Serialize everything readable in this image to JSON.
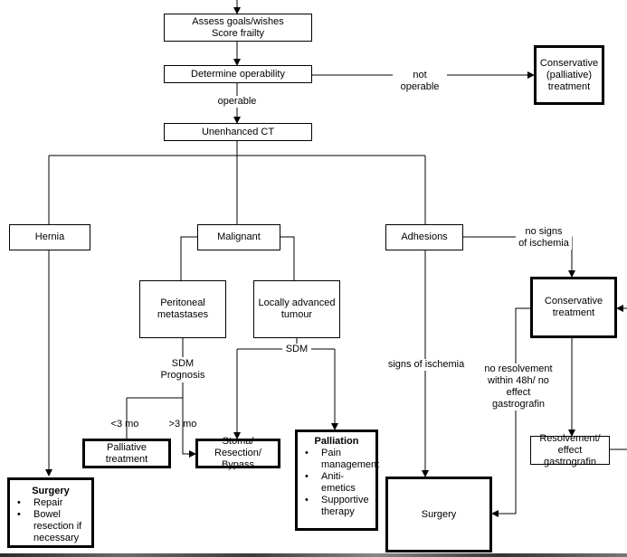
{
  "nodes": {
    "assess": "Assess goals/wishes\nScore frailty",
    "operability": "Determine operability",
    "conservative_palliative": "Conservative\n(palliative)\ntreatment",
    "unenhanced_ct": "Unenhanced CT",
    "hernia": "Hernia",
    "malignant": "Malignant",
    "adhesions": "Adhesions",
    "peritoneal": "Peritoneal\nmetastases",
    "locally_advanced": "Locally advanced\ntumour",
    "conservative_treatment": "Conservative\ntreatment",
    "palliative_treatment": "Palliative\ntreatment",
    "stoma": "Stoma/ Resection/\nBypass",
    "resolvement": "Resolvement/\neffect gastrografin",
    "surgery_final": "Surgery"
  },
  "palliation_box": {
    "title": "Palliation",
    "items": [
      "Pain management",
      "Aniti-emetics",
      "Supportive therapy"
    ]
  },
  "surgery_box": {
    "title": "Surgery",
    "items": [
      "Repair",
      "Bowel resection if necessary"
    ]
  },
  "edge_labels": {
    "not_operable": "not operable",
    "operable": "operable",
    "no_signs_ischemia": "no signs\nof ischemia",
    "sdm_prognosis": "SDM\nPrognosis",
    "sdm": "SDM",
    "signs_ischemia": "signs of ischemia",
    "no_resolvement": "no resolvement\nwithin 48h/ no\neffect gastrografin",
    "lt3mo": "<3 mo",
    "gt3mo": ">3 mo"
  }
}
